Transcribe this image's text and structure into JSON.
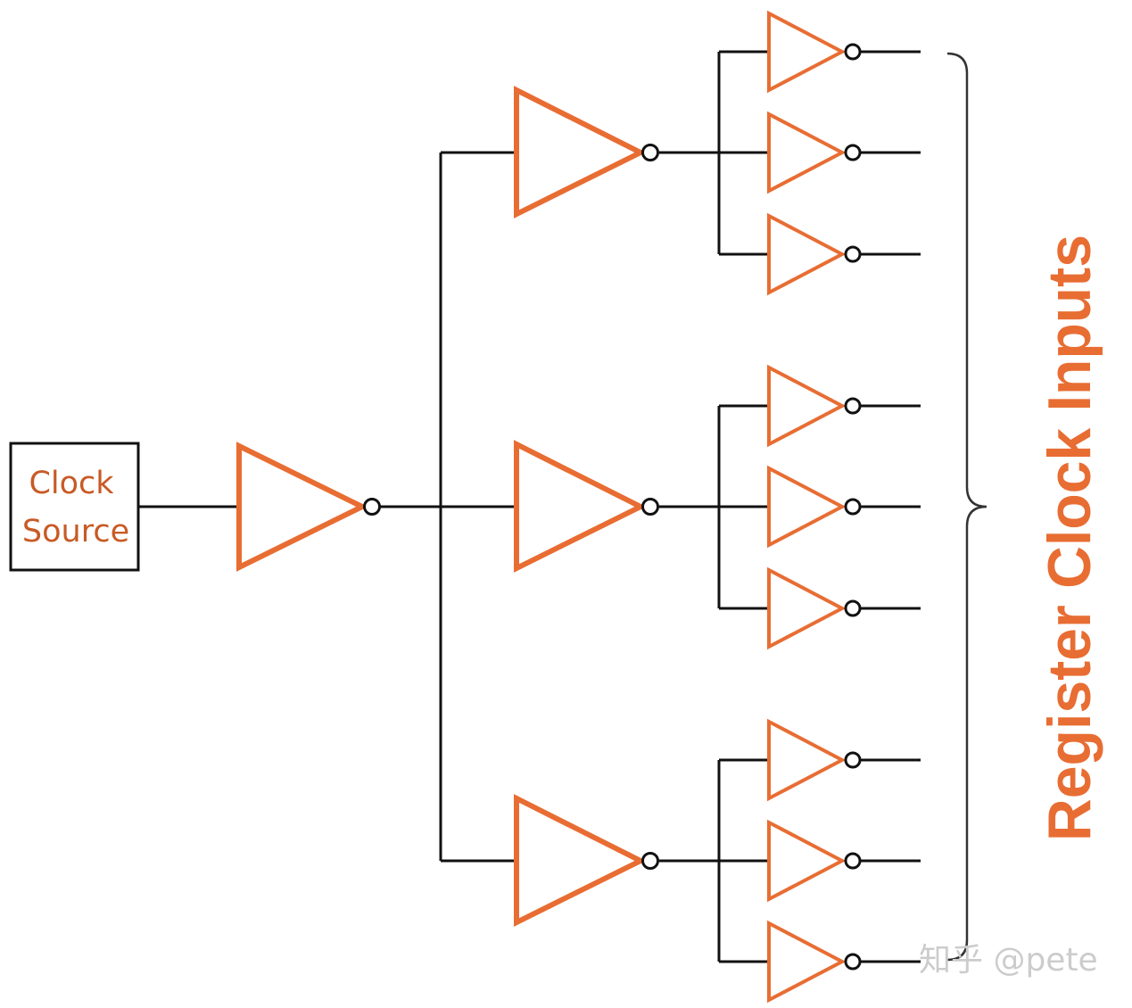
{
  "clock_source": {
    "line1": "Clock",
    "line2": "Source"
  },
  "label": "Register Clock Inputs",
  "watermark": "知乎 @pete",
  "colors": {
    "buffer": "#e86d33",
    "text": "#c85a25",
    "wire": "#111111",
    "brace": "#333333"
  },
  "tree": {
    "root_buffers": 1,
    "level1_buffers": 3,
    "leaf_buffers_per_branch": 3
  }
}
